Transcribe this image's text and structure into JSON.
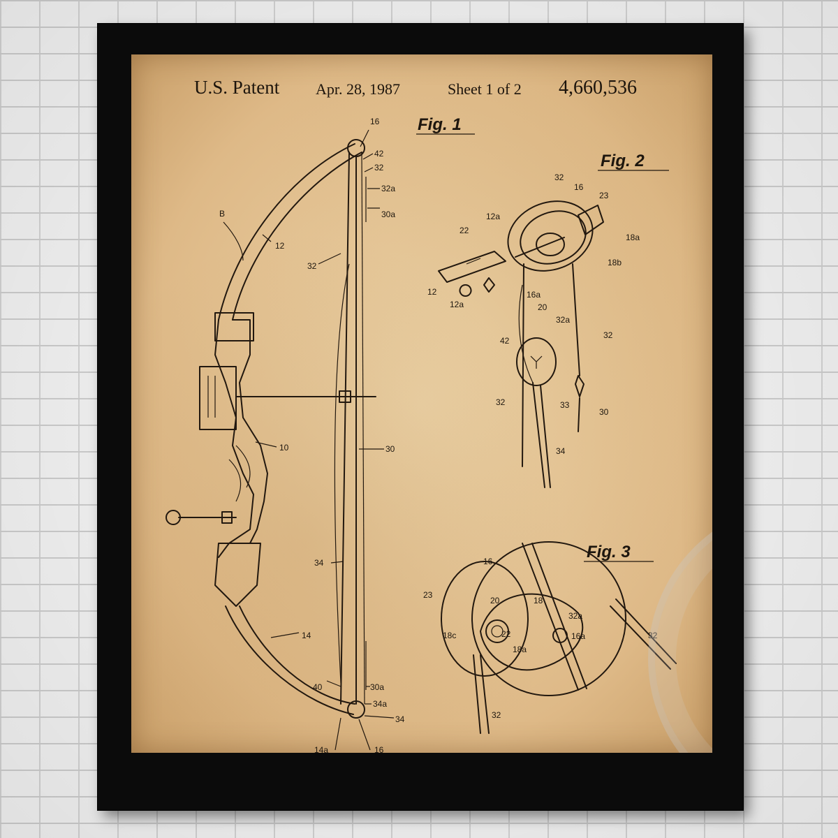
{
  "header": {
    "patent_label": "U.S. Patent",
    "date": "Apr. 28, 1987",
    "sheet": "Sheet 1 of 2",
    "patent_number": "4,660,536"
  },
  "figures": {
    "fig1": "Fig. 1",
    "fig2": "Fig. 2",
    "fig3": "Fig. 3"
  },
  "labels": {
    "fig1": [
      "16",
      "42",
      "32",
      "32a",
      "30a",
      "B",
      "12",
      "32",
      "10",
      "30",
      "34",
      "14",
      "40",
      "30a",
      "34a",
      "34",
      "14a",
      "16"
    ],
    "fig2": [
      "32",
      "16",
      "23",
      "12a",
      "22",
      "18a",
      "18b",
      "12",
      "16a",
      "12a",
      "20",
      "32a",
      "42",
      "32",
      "32",
      "33",
      "30",
      "34"
    ],
    "fig3": [
      "16",
      "23",
      "20",
      "18",
      "32a",
      "18c",
      "22",
      "16a",
      "32",
      "18a",
      "32"
    ]
  },
  "colors": {
    "paper": "#e3c395",
    "ink": "#22180f",
    "frame": "#0b0b0b",
    "wall": "#eeeeee"
  }
}
